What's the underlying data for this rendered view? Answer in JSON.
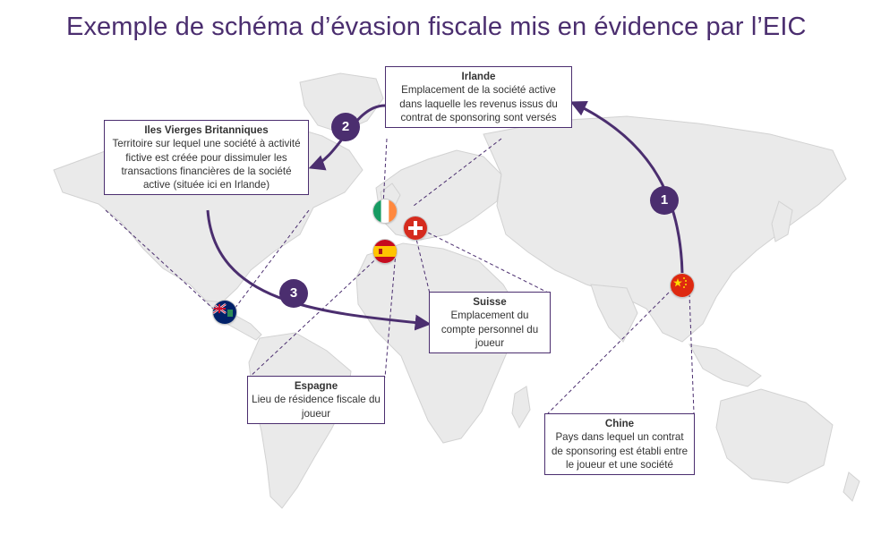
{
  "title": "Exemple de schéma d’évasion fiscale mis en évidence par l’EIC",
  "colors": {
    "accent": "#4b2e6f",
    "land": "#eaeaea",
    "land_stroke": "#d2d2d2"
  },
  "boxes": {
    "irlande": {
      "title": "Irlande",
      "desc": "Emplacement de la société active dans laquelle les revenus  issus du contrat de sponsoring sont versés"
    },
    "bvi": {
      "title": "Iles Vierges Britanniques",
      "desc": "Territoire  sur lequel une société à activité fictive  est créée pour dissimuler les transactions financières  de la société active (située ici en Irlande)"
    },
    "suisse": {
      "title": "Suisse",
      "desc": "Emplacement du compte personnel du joueur"
    },
    "espagne": {
      "title": "Espagne",
      "desc": "Lieu de résidence fiscale du joueur"
    },
    "chine": {
      "title": "Chine",
      "desc": "Pays dans lequel un contrat de sponsoring est établi entre le joueur et une société"
    }
  },
  "steps": [
    "1",
    "2",
    "3"
  ],
  "flags": [
    "ireland-flag",
    "switzerland-flag",
    "spain-flag",
    "british-virgin-islands-flag",
    "china-flag"
  ]
}
